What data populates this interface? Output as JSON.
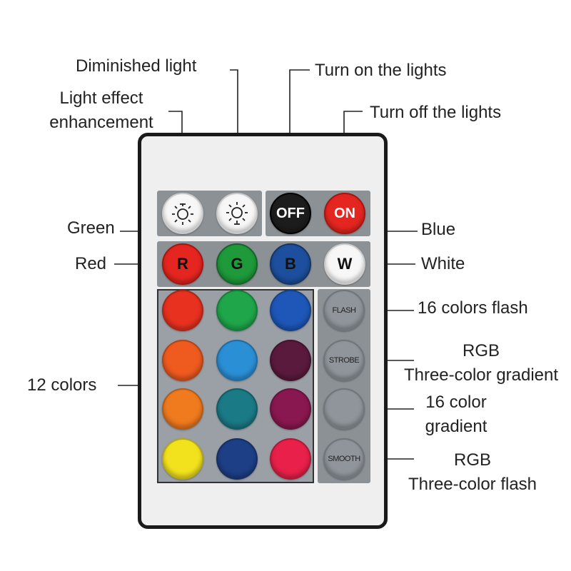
{
  "labels": {
    "diminished": "Diminished light",
    "enhancement_1": "Light effect",
    "enhancement_2": "enhancement",
    "turn_on": "Turn on the lights",
    "turn_off": "Turn off the lights",
    "green": "Green",
    "blue": "Blue",
    "red": "Red",
    "white": "White",
    "flash16": "16 colors flash",
    "rgb_gradient_1": "RGB",
    "rgb_gradient_2": "Three-color gradient",
    "gradient16_1": "16 color",
    "gradient16_2": "gradient",
    "rgb_flash_1": "RGB",
    "rgb_flash_2": "Three-color flash",
    "colors12": "12 colors"
  },
  "buttons": {
    "off": "OFF",
    "on": "ON",
    "r": "R",
    "g": "G",
    "b": "B",
    "w": "W",
    "flash": "FLASH",
    "strobe": "STROBE",
    "smooth": "SMOOTH"
  },
  "colors": {
    "off_button": "#1c1c1c",
    "on_button": "#e52620",
    "red": "#e52620",
    "green": "#1e9a3a",
    "blue": "#1d4f9e",
    "grid": [
      "#e8311f",
      "#1fa64a",
      "#1e57b8",
      "#ef5a1e",
      "#2b8fd6",
      "#5a1a3e",
      "#f07a1e",
      "#1a7a86",
      "#8a1850",
      "#f2e21e",
      "#1d3f86",
      "#e8204a"
    ]
  }
}
